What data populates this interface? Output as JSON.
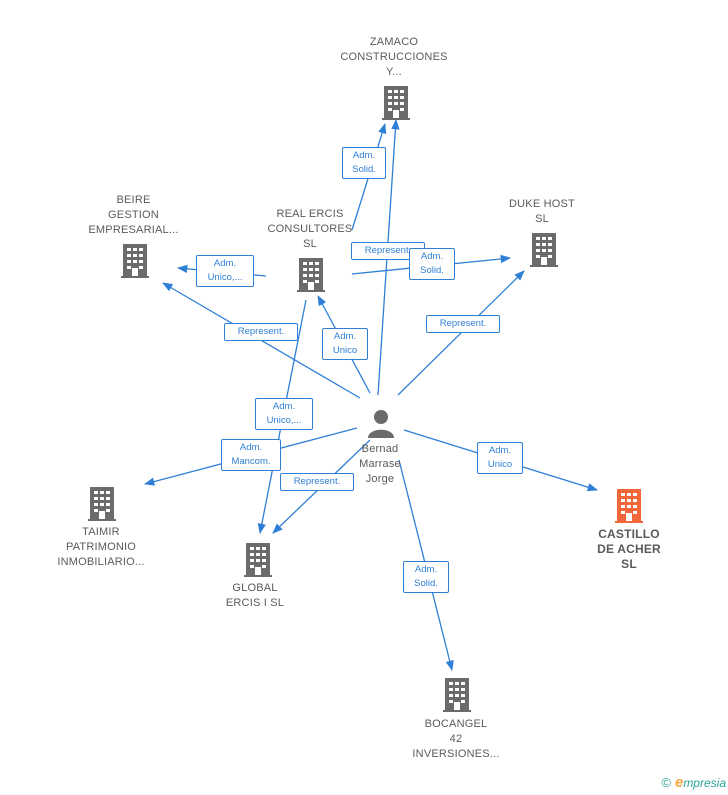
{
  "nodes": {
    "zamaco": [
      "ZAMACO",
      "CONSTRUCCIONES",
      "Y..."
    ],
    "beire": [
      "BEIRE",
      "GESTION",
      "EMPRESARIAL..."
    ],
    "real_ercis": [
      "REAL ERCIS",
      "CONSULTORES",
      "SL"
    ],
    "duke": [
      "DUKE HOST",
      "SL"
    ],
    "taimir": [
      "TAIMIR",
      "PATRIMONIO",
      "INMOBILIARIO..."
    ],
    "global": [
      "GLOBAL",
      "ERCIS I  SL"
    ],
    "castillo": [
      "CASTILLO",
      "DE ACHER",
      "SL"
    ],
    "bocangel": [
      "BOCANGEL",
      "42",
      "INVERSIONES..."
    ],
    "person": [
      "Bernad",
      "Marrase",
      "Jorge"
    ]
  },
  "edges": {
    "adm_solid_zamaco": [
      "Adm.",
      "Solid."
    ],
    "adm_unico_beire": [
      "Adm.",
      "Unico,..."
    ],
    "represent_duke": [
      "Represent."
    ],
    "adm_solid_duke": [
      "Adm.",
      "Solid."
    ],
    "represent_beire": [
      "Represent."
    ],
    "adm_unico_real": [
      "Adm.",
      "Unico"
    ],
    "represent_duke2": [
      "Represent."
    ],
    "adm_unico_global": [
      "Adm.",
      "Unico,..."
    ],
    "adm_mancom": [
      "Adm.",
      "Mancom."
    ],
    "represent_global": [
      "Represent."
    ],
    "adm_unico_castillo": [
      "Adm.",
      "Unico"
    ],
    "adm_solid_bocangel": [
      "Adm.",
      "Solid."
    ]
  },
  "colors": {
    "edge": "#2f7fd6",
    "building": "#6b6b6b",
    "highlight": "#f2673a"
  },
  "icons": {
    "company": "building-icon",
    "person": "person-icon"
  },
  "branding": {
    "copyright": "©",
    "brand_initial": "e",
    "brand_rest": "mpresia"
  }
}
